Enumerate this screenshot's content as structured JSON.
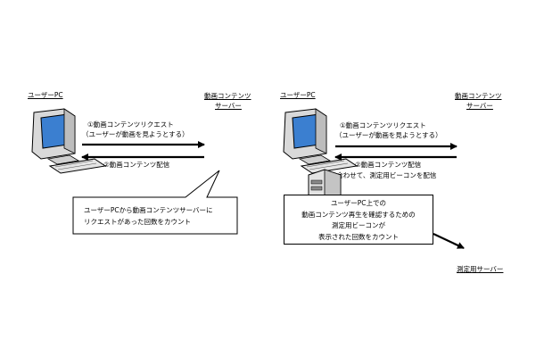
{
  "left": {
    "user_pc": "ユーザーPC",
    "server": [
      "動画コンテンツ",
      "サーバー"
    ],
    "request": [
      "①動画コンテンツリクエスト",
      "（ユーザーが動画を見ようとする）"
    ],
    "delivery": "②動画コンテンツ配信",
    "callout": [
      "ユーザーPCから動画コンテンツサーバーに",
      "リクエストがあった回数をカウント"
    ]
  },
  "right": {
    "user_pc": "ユーザーPC",
    "server": [
      "動画コンテンツ",
      "サーバー"
    ],
    "request": [
      "①動画コンテンツリクエスト",
      "（ユーザーが動画を見ようとする）"
    ],
    "delivery": [
      "②動画コンテンツ配信",
      "※合わせて、測定用ビーコンを配信"
    ],
    "callout": [
      "ユーザーPC上での",
      "動画コンテンツ再生を確認するための",
      "測定用ビーコンが",
      "表示された回数をカウント"
    ],
    "measurement_server": "測定用サーバー"
  }
}
